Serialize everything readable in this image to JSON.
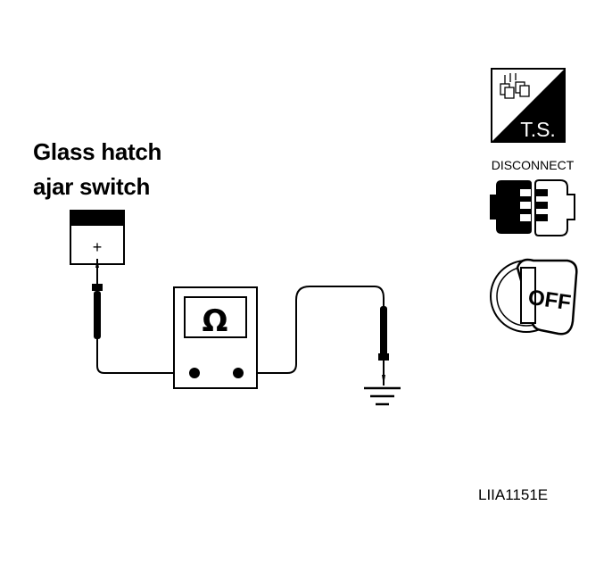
{
  "diagram": {
    "switch_label_line1": "Glass hatch",
    "switch_label_line2": "ajar switch",
    "switch_terminal": "+",
    "meter_symbol": "Ω",
    "figure_id": "LIIA1151E"
  },
  "icons": {
    "ts_label": "T.S.",
    "disconnect_label": "DISCONNECT",
    "off_label": "OFF"
  }
}
